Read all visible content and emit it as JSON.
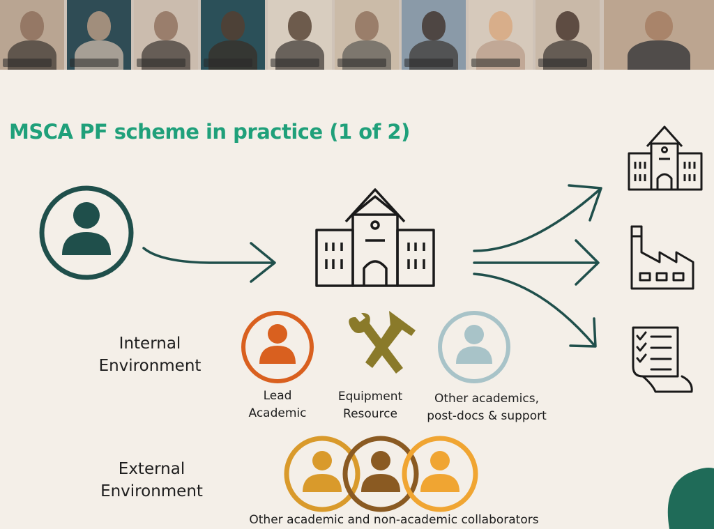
{
  "slide": {
    "title": "MSCA PF scheme in practice (1 of 2)",
    "internal_env_line1": "Internal",
    "internal_env_line2": "Environment",
    "external_env_line1": "External",
    "external_env_line2": "Environment",
    "lead_line1": "Lead",
    "lead_line2": "Academic",
    "equipment_line1": "Equipment",
    "equipment_line2": "Resource",
    "other_line1": "Other academics,",
    "other_line2": "post-docs & support",
    "collaborators": "Other academic and non-academic collaborators"
  },
  "participants": [
    {
      "tile": 1,
      "active": false
    },
    {
      "tile": 2,
      "active": true
    },
    {
      "tile": 3,
      "active": false
    },
    {
      "tile": 4,
      "active": true
    },
    {
      "tile": 5,
      "active": false
    },
    {
      "tile": 6,
      "active": false
    },
    {
      "tile": 7,
      "active": false
    },
    {
      "tile": 8,
      "active": false
    },
    {
      "tile": 9,
      "active": false
    },
    {
      "tile": 10,
      "active": false
    }
  ],
  "colors": {
    "title_green": "#1fa07a",
    "dark_teal": "#1f4f4b",
    "orange": "#d9601f",
    "olive": "#8a7a2a",
    "light_blue": "#a8c3c8",
    "amber": "#d99a2b",
    "brown": "#8a5a22",
    "gold": "#f0a532",
    "active_speaker": "#e6b62e"
  },
  "icons": [
    "person-icon",
    "university-icon",
    "factory-icon",
    "checklist-icon",
    "tools-icon"
  ]
}
